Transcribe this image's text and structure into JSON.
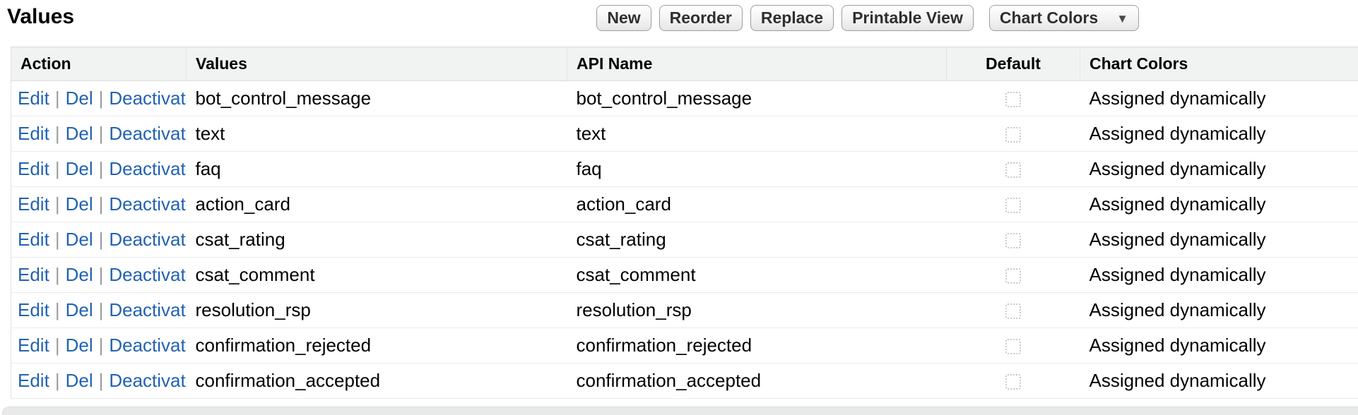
{
  "page": {
    "title": "Values"
  },
  "toolbar": {
    "buttons": [
      {
        "label": "New"
      },
      {
        "label": "Reorder"
      },
      {
        "label": "Replace"
      },
      {
        "label": "Printable View"
      }
    ],
    "dropdown": {
      "label": "Chart Colors"
    }
  },
  "icons": {
    "caret_down": "▼"
  },
  "table": {
    "columns": [
      "Action",
      "Values",
      "API Name",
      "Default",
      "Chart Colors"
    ],
    "action_links": [
      "Edit",
      "Del",
      "Deactivate"
    ],
    "link_separator": "|",
    "rows": [
      {
        "value": "bot_control_message",
        "api_name": "bot_control_message",
        "default": false,
        "chart_colors": "Assigned dynamically"
      },
      {
        "value": "text",
        "api_name": "text",
        "default": false,
        "chart_colors": "Assigned dynamically"
      },
      {
        "value": "faq",
        "api_name": "faq",
        "default": false,
        "chart_colors": "Assigned dynamically"
      },
      {
        "value": "action_card",
        "api_name": "action_card",
        "default": false,
        "chart_colors": "Assigned dynamically"
      },
      {
        "value": "csat_rating",
        "api_name": "csat_rating",
        "default": false,
        "chart_colors": "Assigned dynamically"
      },
      {
        "value": "csat_comment",
        "api_name": "csat_comment",
        "default": false,
        "chart_colors": "Assigned dynamically"
      },
      {
        "value": "resolution_rsp",
        "api_name": "resolution_rsp",
        "default": false,
        "chart_colors": "Assigned dynamically"
      },
      {
        "value": "confirmation_rejected",
        "api_name": "confirmation_rejected",
        "default": false,
        "chart_colors": "Assigned dynamically"
      },
      {
        "value": "confirmation_accepted",
        "api_name": "confirmation_accepted",
        "default": false,
        "chart_colors": "Assigned dynamically"
      }
    ]
  },
  "colors": {
    "link": "#2262b2",
    "header_bg": "#f1f2f2",
    "row_border": "#ebebeb",
    "button_border": "#9e9e9e"
  }
}
